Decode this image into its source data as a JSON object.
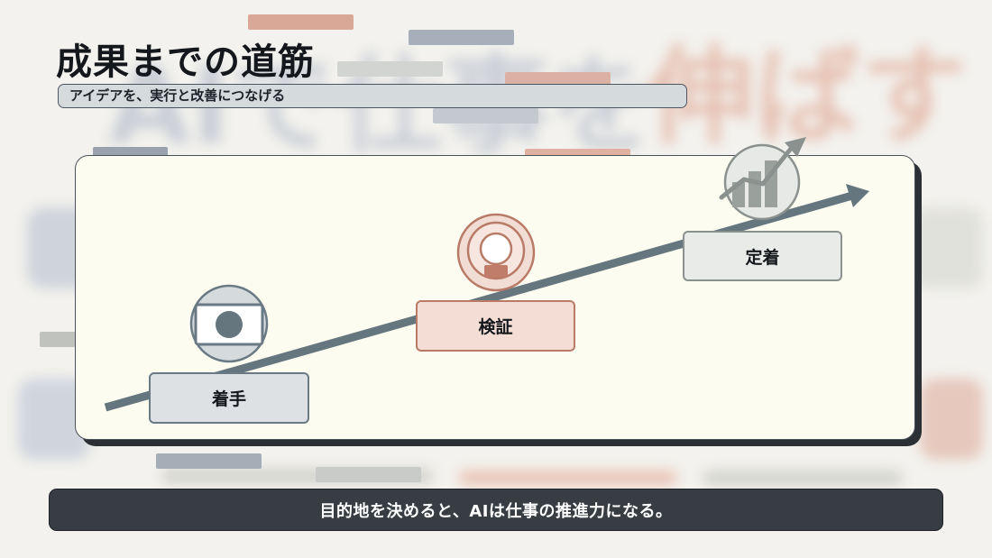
{
  "header": {
    "title": "成果までの道筋",
    "subtitle": "アイデアを、実行と改善につなげる"
  },
  "steps": [
    {
      "label": "着手",
      "icon": "photo-frame-icon"
    },
    {
      "label": "検証",
      "icon": "lightbulb-icon"
    },
    {
      "label": "定着",
      "icon": "growth-chart-icon"
    }
  ],
  "footer": {
    "message": "目的地を決めると、AIは仕事の推進力になる。"
  },
  "colors": {
    "background": "#f3f2ee",
    "panel": "#fdfcf1",
    "arrow": "#66767f",
    "accent_gray": "#6a7a84",
    "accent_salmon": "#b97b68",
    "footer": "#373d43"
  }
}
